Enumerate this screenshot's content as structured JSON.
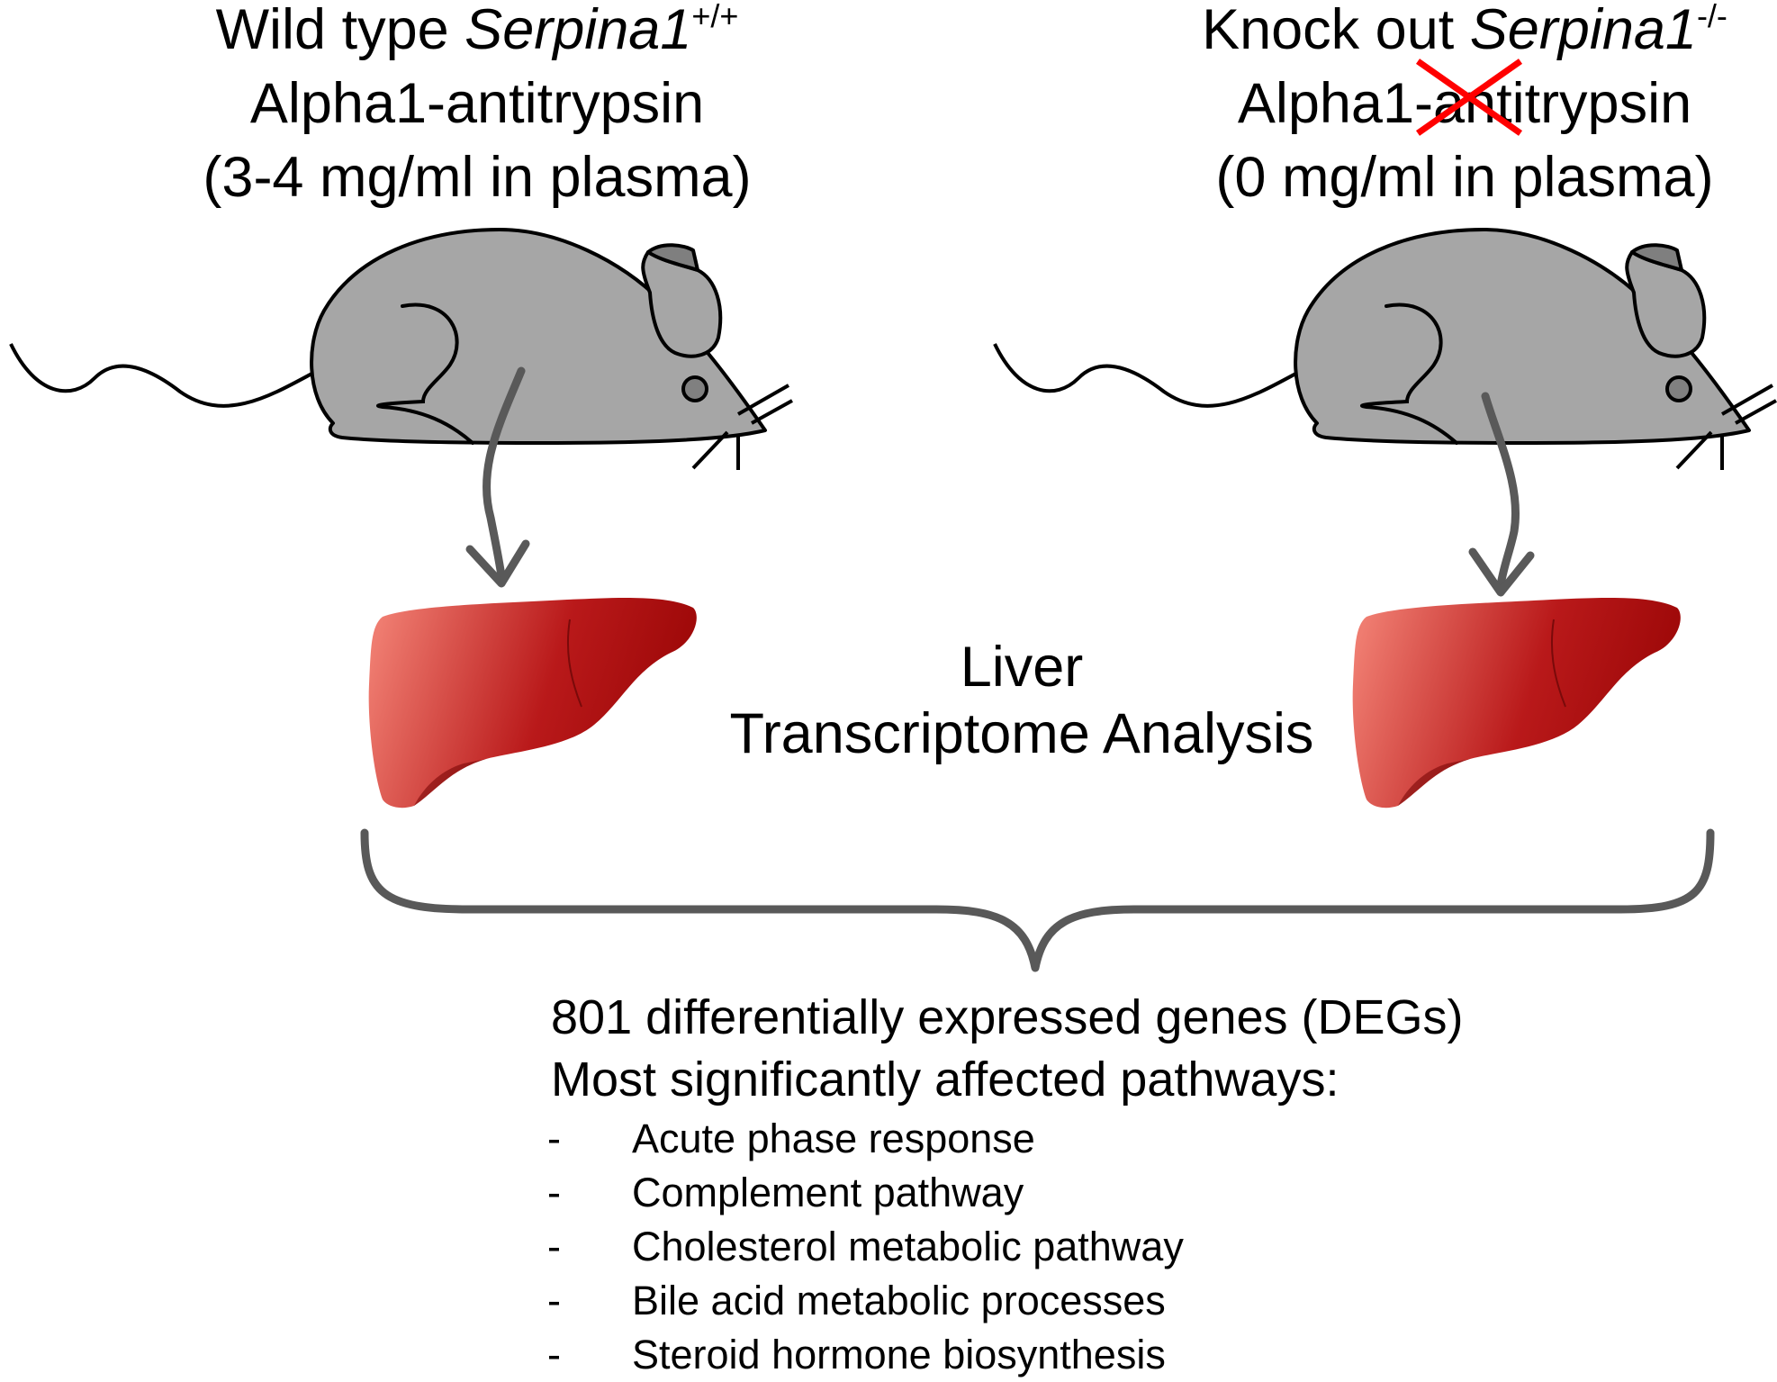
{
  "wild_type": {
    "line1_prefix": "Wild type ",
    "gene": "Serpina1",
    "genotype": "+/+",
    "protein": "Alpha1-antitrypsin",
    "plasma": "(3-4 mg/ml in plasma)"
  },
  "knock_out": {
    "line1_prefix": "Knock out ",
    "gene": "Serpina1",
    "genotype": "-/-",
    "protein_a": "Alpha1",
    "protein_b": "-an",
    "protein_c": "titrypsin",
    "plasma": "(0 mg/ml in plasma)"
  },
  "center": {
    "line1": "Liver",
    "line2": "Transcriptome Analysis"
  },
  "results": {
    "degs": "801 differentially expressed genes (DEGs)",
    "pathways_heading": "Most significantly affected pathways:",
    "bullet": "-",
    "pathways": [
      "Acute phase response",
      "Complement pathway",
      "Cholesterol metabolic pathway",
      "Bile acid metabolic processes",
      "Steroid hormone biosynthesis"
    ]
  },
  "colors": {
    "mouse_body": "#a6a6a6",
    "mouse_ear": "#7f7f7f",
    "arrow": "#595959",
    "liver_light": "#ee7b6f",
    "liver_dark": "#a50d0d",
    "cross": "#ff0000"
  }
}
